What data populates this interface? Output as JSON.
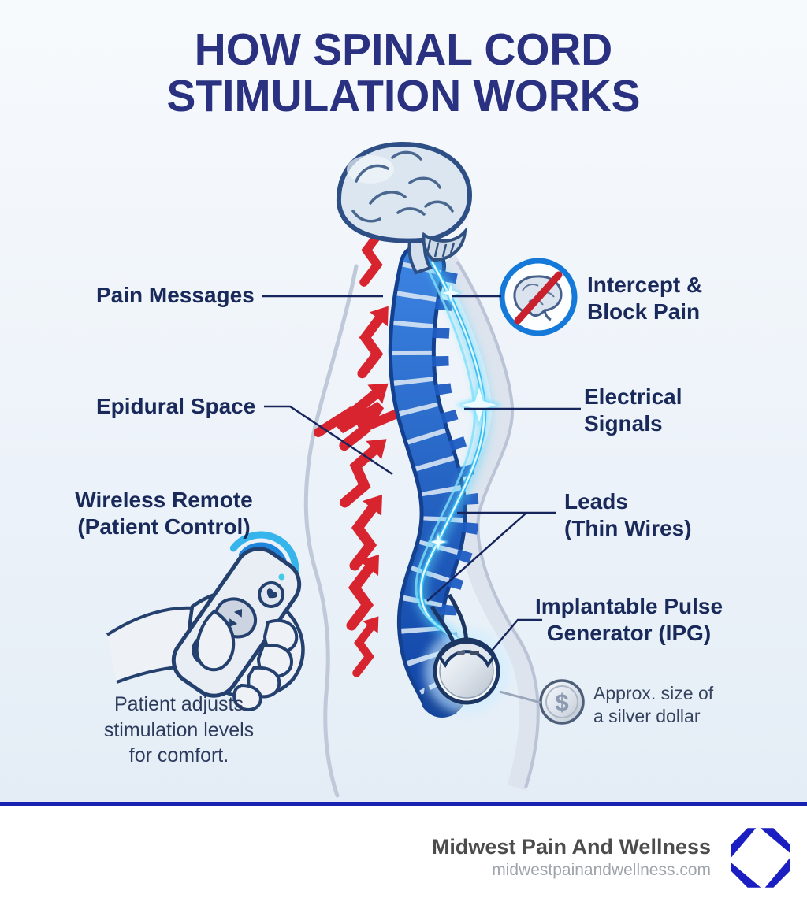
{
  "title": {
    "line1": "HOW SPINAL CORD",
    "line2": "STIMULATION WORKS"
  },
  "labels": {
    "pain_messages": "Pain Messages",
    "epidural_space": "Epidural Space",
    "wireless_remote_line1": "Wireless Remote",
    "wireless_remote_line2": "(Patient Control)",
    "intercept_line1": "Intercept &",
    "intercept_line2": "Block Pain",
    "electrical_line1": "Electrical",
    "electrical_line2": "Signals",
    "leads_line1": "Leads",
    "leads_line2": "(Thin Wires)",
    "ipg_line1": "Implantable Pulse",
    "ipg_line2": "Generator (IPG)",
    "remote_caption_line1": "Patient adjusts",
    "remote_caption_line2": "stimulation levels",
    "remote_caption_line3": "for comfort.",
    "coin_caption_line1": "Approx. size of",
    "coin_caption_line2": "a silver dollar",
    "coin_symbol": "$"
  },
  "footer": {
    "brand": "Midwest Pain And Wellness",
    "website": "midwestpainandwellness.com"
  },
  "icons": {
    "blocked_brain": "no-pain-icon",
    "wifi": "wireless-signal-icon",
    "coin": "silver-dollar-icon",
    "logo": "brand-logo"
  },
  "colors": {
    "title_navy": "#2a3180",
    "label_navy": "#19295a",
    "pain_red": "#d8242f",
    "spine_blue": "#2668cf",
    "lead_cyan": "#2fb9ef",
    "divider_blue": "#1822b0",
    "logo_blue": "#1b1ec0",
    "footer_brand_gray": "#4c4c4c",
    "footer_url_gray": "#9fa4ab"
  }
}
